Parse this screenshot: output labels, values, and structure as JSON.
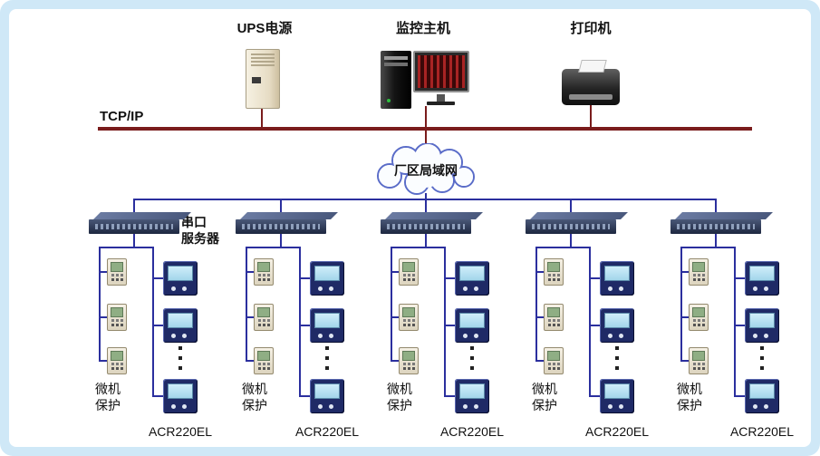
{
  "colors": {
    "frame": "#cfe8f7",
    "bus_red": "#7a1c1c",
    "line_blue": "#2b2f9e",
    "cloud_stroke": "#5a6cc8"
  },
  "labels": {
    "tcpip": "TCP/IP",
    "cloud": "厂区局域网",
    "serial_server_line1": "串口",
    "serial_server_line2": "服务器"
  },
  "top_devices": [
    {
      "name": "ups",
      "label": "UPS电源"
    },
    {
      "name": "host",
      "label": "监控主机"
    },
    {
      "name": "printer",
      "label": "打印机"
    }
  ],
  "groups": [
    {
      "protect_line1": "微机",
      "protect_line2": "保护",
      "meter_label": "ACR220EL"
    },
    {
      "protect_line1": "微机",
      "protect_line2": "保护",
      "meter_label": "ACR220EL"
    },
    {
      "protect_line1": "微机",
      "protect_line2": "保护",
      "meter_label": "ACR220EL"
    },
    {
      "protect_line1": "微机",
      "protect_line2": "保护",
      "meter_label": "ACR220EL"
    },
    {
      "protect_line1": "微机",
      "protect_line2": "保护",
      "meter_label": "ACR220EL"
    }
  ]
}
